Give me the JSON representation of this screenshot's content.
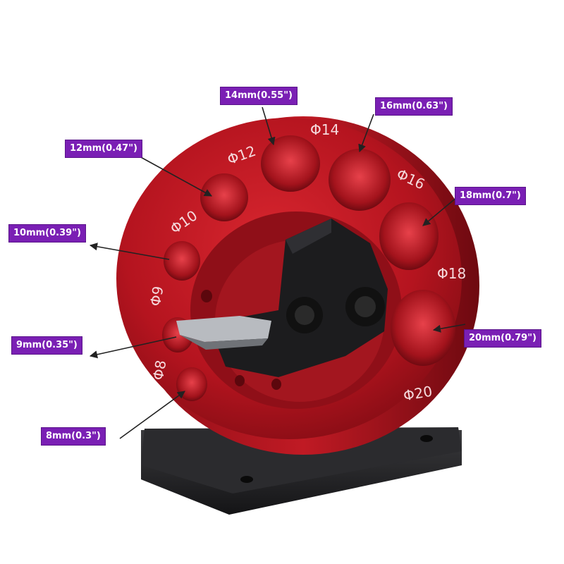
{
  "colors": {
    "body_red": "#b5141f",
    "body_red_dark": "#7a0b12",
    "holder_black": "#1c1c1e",
    "callout_purple": "#7a1fb4"
  },
  "callouts": {
    "c14": "14mm(0.55\")",
    "c16": "16mm(0.63\")",
    "c12": "12mm(0.47\")",
    "c18": "18mm(0.7\")",
    "c10": "10mm(0.39\")",
    "c9": "9mm(0.35\")",
    "c20": "20mm(0.79\")",
    "c8": "8mm(0.3\")"
  },
  "engravings": {
    "p14": "Φ14",
    "p12": "Φ12",
    "p16": "Φ16",
    "p10": "Φ10",
    "p18": "Φ18",
    "p9": "Φ9",
    "p8": "Φ8",
    "p20": "Φ20"
  }
}
